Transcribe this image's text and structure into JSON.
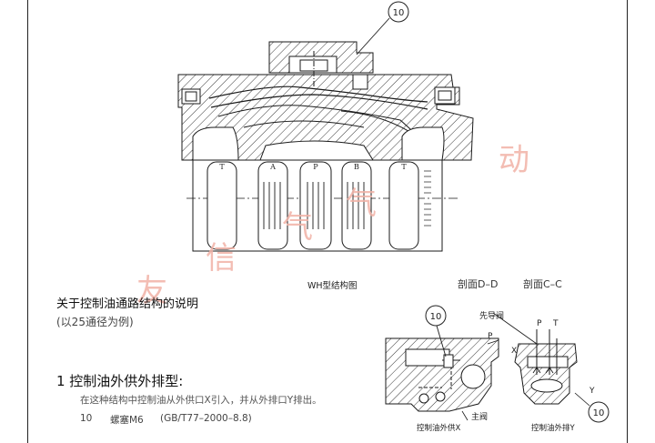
{
  "labels": {
    "bubble_top": "10",
    "bubble_mid": "10",
    "bubble_right": "10",
    "spool_letters": [
      "T",
      "A",
      "P",
      "B",
      "T"
    ],
    "wh_caption": "WH型结构图",
    "section_dd": "剖面D–D",
    "section_cc": "剖面C–C",
    "pilot_valve": "先导阀",
    "port_p_left": "P",
    "port_p_right": "P",
    "port_t_right": "T",
    "port_x": "X",
    "port_y": "Y",
    "main_valve": "主阀",
    "caption_left": "控制油外供X",
    "caption_right": "控制油外排Y"
  },
  "watermark": [
    "友",
    "信",
    "气",
    "气",
    "动"
  ],
  "text": {
    "heading": "关于控制油通路结构的说明",
    "example": "(以25通径为例)",
    "subheading": "1 控制油外供外排型:",
    "description": "在这种结构中控制油从外供口X引入，并从外排口Y排出。",
    "part_no": "10",
    "part_name": "螺塞M6",
    "part_std": "(GB/T77–2000–8.8)"
  },
  "colors": {
    "line": "#1a1a1a",
    "watermark": "#f2b2a6"
  }
}
